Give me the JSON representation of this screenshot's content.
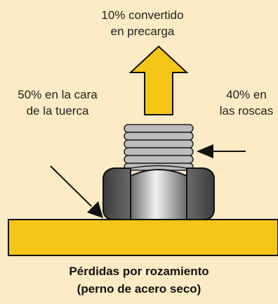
{
  "labels": {
    "top": [
      "10% convertido",
      "en precarga"
    ],
    "left": [
      "50% en la cara",
      "de la tuerca"
    ],
    "right": [
      "40% en",
      "las roscas"
    ]
  },
  "caption": [
    "Pérdidas por rozamiento",
    "(perno de acero seco)"
  ],
  "colors": {
    "background": "#fdebc6",
    "plate": "#f5c518",
    "arrow": "#f5c518",
    "nut": "#555555",
    "thread": "#b5b5b5",
    "outline": "#111111"
  }
}
